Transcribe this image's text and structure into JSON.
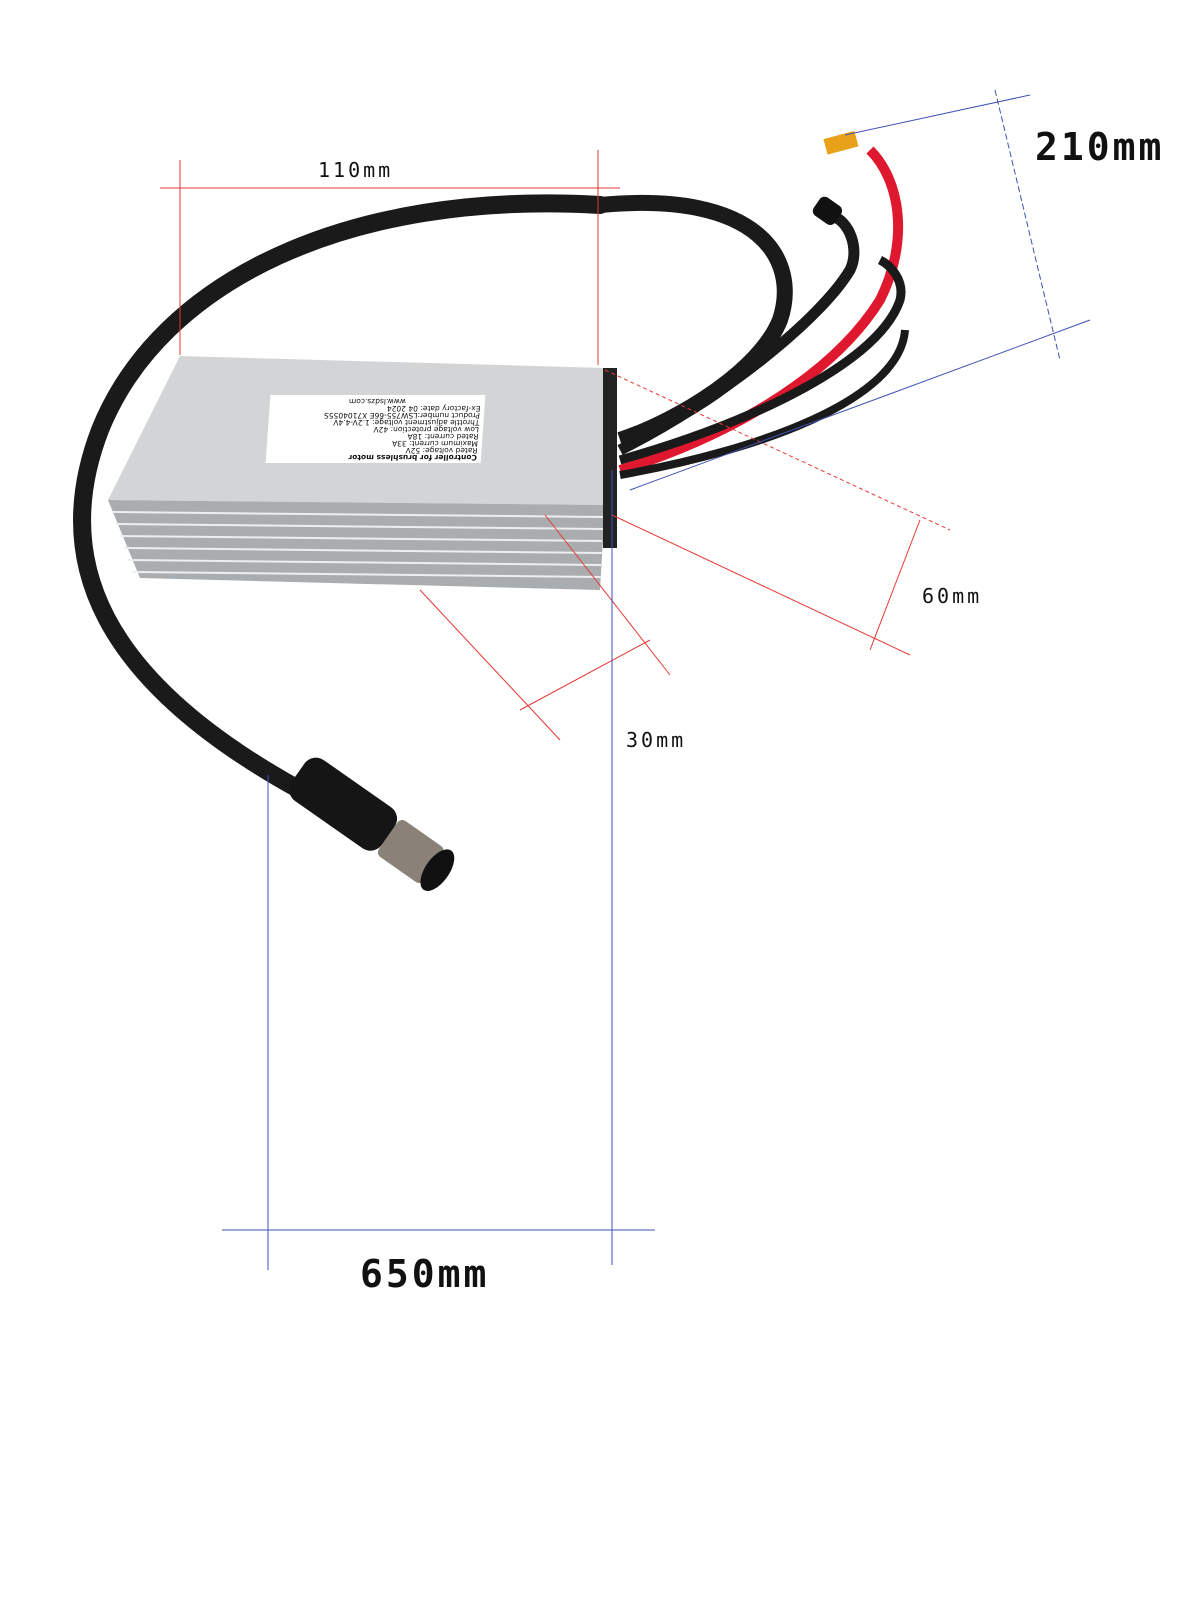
{
  "dimensions": {
    "length": "110mm",
    "lead_length": "210mm",
    "width": "60mm",
    "height": "30mm",
    "cable_length": "650mm"
  },
  "product_label": {
    "title": "Controller for brushless motor",
    "lines": [
      "Rated voltage:            52V",
      "Maximum current:        33A",
      "Rated current:             18A",
      "Low voltage protection:  42V",
      "Throttle adjustment voltage: 1.2V-4.4V",
      "Product number:LSW755-66E  X7104055S",
      "Ex-factory date:     04    2024",
      "www.lsdzs.com"
    ]
  },
  "colors": {
    "dimension_red": "#e53935",
    "dimension_blue": "#3f51b5",
    "housing": "#c9cccf",
    "cable": "#1a1a1a",
    "power_wire": "#e0182f"
  }
}
